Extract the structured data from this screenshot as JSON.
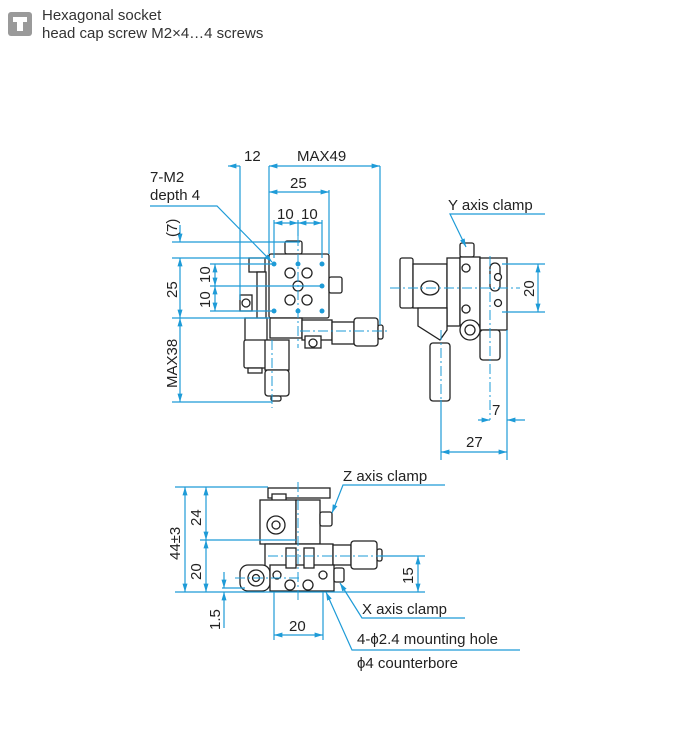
{
  "note": {
    "icon": "hex-socket-screw-icon",
    "line1": "Hexagonal socket",
    "line2": "head cap screw M2×4…4 screws"
  },
  "colors": {
    "dimension": "#1e9bd7",
    "outline": "#222222",
    "icon_bg": "#9a9a9a"
  },
  "top_view": {
    "dim_12": "12",
    "dim_max49": "MAX49",
    "dim_25_h": "25",
    "dim_10a": "10",
    "dim_10b": "10",
    "tap_label1": "7-M2",
    "tap_label2": "depth 4",
    "dim_7": "(7)",
    "dim_25_v": "25",
    "dim_10c": "10",
    "dim_10d": "10",
    "dim_max38": "MAX38"
  },
  "side_view": {
    "y_clamp": "Y axis clamp",
    "dim_20": "20",
    "dim_7": "7",
    "dim_27": "27"
  },
  "front_view": {
    "z_clamp": "Z axis clamp",
    "dim_44": "44±3",
    "dim_24": "24",
    "dim_20_v": "20",
    "dim_15": "15",
    "dim_1_5": "1.5",
    "dim_20_h": "20",
    "x_clamp": "X axis clamp",
    "hole_label1": "4-ϕ2.4 mounting hole",
    "hole_label2": "ϕ4 counterbore"
  }
}
